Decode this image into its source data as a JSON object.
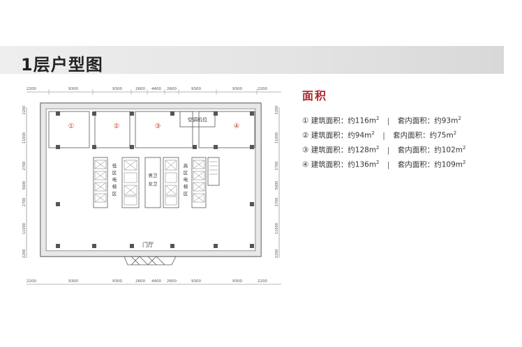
{
  "page_title": "1层户型图",
  "area_section": {
    "title": "面积",
    "rows": [
      {
        "index": "①",
        "building_label": "建筑面积：约",
        "building_value": "116",
        "unit": "m",
        "unit_sup": "2",
        "inner_label": "套内面积：约",
        "inner_value": "93"
      },
      {
        "index": "②",
        "building_label": "建筑面积：约",
        "building_value": "94",
        "unit": "m",
        "unit_sup": "2",
        "inner_label": "套内面积：约",
        "inner_value": "75"
      },
      {
        "index": "③",
        "building_label": "建筑面积：约",
        "building_value": "128",
        "unit": "m",
        "unit_sup": "2",
        "inner_label": "套内面积：约",
        "inner_value": "102"
      },
      {
        "index": "④",
        "building_label": "建筑面积：约",
        "building_value": "136",
        "unit": "m",
        "unit_sup": "2",
        "inner_label": "套内面积：约",
        "inner_value": "109"
      }
    ],
    "separator": "|"
  },
  "plan": {
    "top_dims": [
      "2200",
      "9300",
      "9300",
      "2600",
      "4400",
      "2600",
      "9300",
      "9300",
      "2200"
    ],
    "bottom_dims": [
      "2200",
      "9300",
      "9300",
      "2600",
      "4400",
      "2600",
      "9300",
      "9300",
      "2200"
    ],
    "left_dims": [
      "2200",
      "11000",
      "2700",
      "5600",
      "2700",
      "11000",
      "2200"
    ],
    "right_dims": [
      "2200",
      "11000",
      "2700",
      "5600",
      "2700",
      "11000",
      "2200"
    ],
    "unit_labels": [
      "①",
      "②",
      "③",
      "④"
    ],
    "ac_label": "空调机位",
    "lobby_label": "门厅",
    "low_zone_label": "低区电梯区",
    "high_zone_label": "高区电梯区",
    "male_wc": "男卫",
    "female_wc": "女卫",
    "colors": {
      "wall": "#444444",
      "dim": "#666666",
      "unit_num": "#c0392b",
      "accent": "#b3262b"
    }
  }
}
